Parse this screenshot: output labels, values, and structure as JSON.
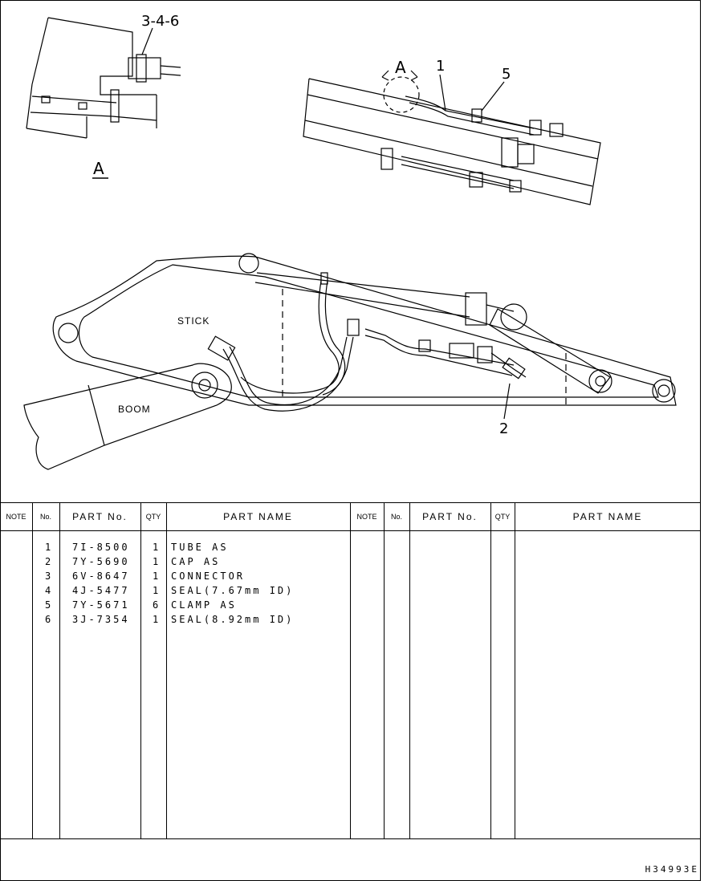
{
  "drawing": {
    "view_label": "A",
    "view_marker": "A",
    "callouts": [
      "3-4-6",
      "1",
      "5",
      "2"
    ],
    "stick_label": "STICK",
    "boom_label": "BOOM"
  },
  "table": {
    "headers": {
      "note": "NOTE",
      "no": "No.",
      "part_no": "PART No.",
      "qty": "QTY",
      "part_name": "PART NAME"
    },
    "rows": [
      {
        "no": "1",
        "part_no": "7I-8500",
        "qty": "1",
        "name": "TUBE AS"
      },
      {
        "no": "2",
        "part_no": "7Y-5690",
        "qty": "1",
        "name": "CAP AS"
      },
      {
        "no": "3",
        "part_no": "6V-8647",
        "qty": "1",
        "name": "CONNECTOR"
      },
      {
        "no": "4",
        "part_no": "4J-5477",
        "qty": "1",
        "name": "SEAL(7.67mm ID)"
      },
      {
        "no": "5",
        "part_no": "7Y-5671",
        "qty": "6",
        "name": "CLAMP AS"
      },
      {
        "no": "6",
        "part_no": "3J-7354",
        "qty": "1",
        "name": "SEAL(8.92mm ID)"
      }
    ]
  },
  "drawing_number": "H34993E"
}
